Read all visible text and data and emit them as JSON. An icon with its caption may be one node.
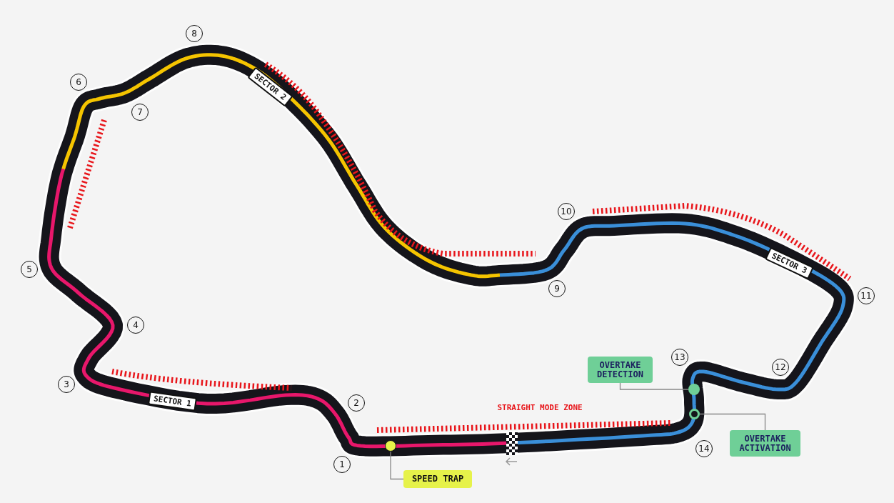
{
  "diagram": {
    "nodes": [
      {
        "text": [
          "SPEED TRAP"
        ]
      },
      {
        "text": [],
        "shape": "circle"
      },
      {
        "text": [
          "OVERTAKE DETECTION"
        ]
      },
      {
        "text": [],
        "shape": "circle"
      },
      {
        "text": [
          "OVERTAKE ACTIVATION"
        ]
      },
      {
        "text": [],
        "shape": "circle"
      }
    ],
    "edges": [
      {
        "from": 0,
        "to": 1,
        "arrow": "none"
      },
      {
        "from": 2,
        "to": 3,
        "arrow": "none"
      },
      {
        "from": 4,
        "to": 5,
        "arrow": "none"
      }
    ],
    "labels": [
      "8",
      "6",
      "7",
      "SECTOR 2",
      "10",
      "SECTOR 3",
      "5",
      "9",
      "11",
      "4",
      "13",
      "12",
      "3",
      "SECTOR 1",
      "2",
      "STRAIGHT MODE ZONE",
      "14",
      "1"
    ]
  }
}
